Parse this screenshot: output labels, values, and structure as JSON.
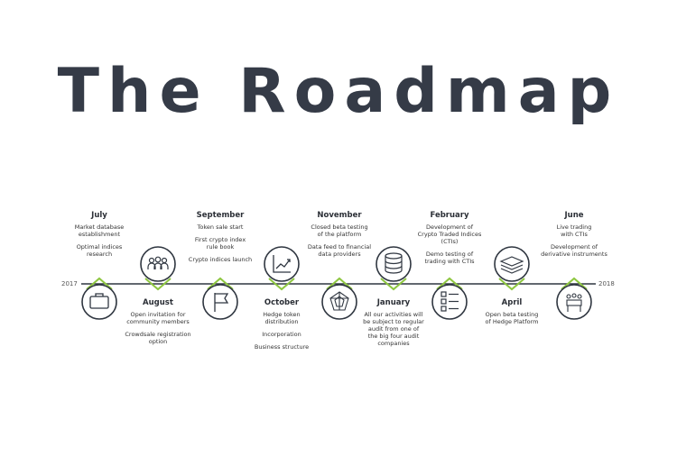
{
  "title": "The Roadmap",
  "years": {
    "start": "2017",
    "end": "2018"
  },
  "milestones": [
    {
      "month": "July",
      "items": [
        "Market database\nestablishment",
        "Optimal indices\nresearch"
      ],
      "icon": "briefcase-icon"
    },
    {
      "month": "August",
      "items": [
        "Open invitation for\ncommunity members",
        "Crowdsale registration\noption"
      ],
      "icon": "people-icon"
    },
    {
      "month": "September",
      "items": [
        "Token sale start",
        "First crypto index\nrule book",
        "Crypto indices launch"
      ],
      "icon": "flag-icon"
    },
    {
      "month": "October",
      "items": [
        "Hedge token\ndistribution",
        "Incorporation",
        "Business structure"
      ],
      "icon": "chart-icon"
    },
    {
      "month": "November",
      "items": [
        "Closed beta testing\nof the platform",
        "Data feed to financial\ndata providers"
      ],
      "icon": "radar-icon"
    },
    {
      "month": "January",
      "items": [
        "All our activities will\nbe subject to regular\naudit from one of\nthe big four audit\ncompanies"
      ],
      "icon": "database-icon"
    },
    {
      "month": "February",
      "items": [
        "Development of\nCrypto Traded Indices\n(CTIs)",
        "Demo testing of\ntrading with CTIs"
      ],
      "icon": "checklist-icon"
    },
    {
      "month": "April",
      "items": [
        "Open beta testing\nof Hedge Platform"
      ],
      "icon": "layers-icon"
    },
    {
      "month": "June",
      "items": [
        "Live trading\nwith CTIs",
        "Development of\nderivative instruments"
      ],
      "icon": "meeting-icon"
    }
  ],
  "colors": {
    "accent": "#8dc63f",
    "line": "#2f3640"
  }
}
